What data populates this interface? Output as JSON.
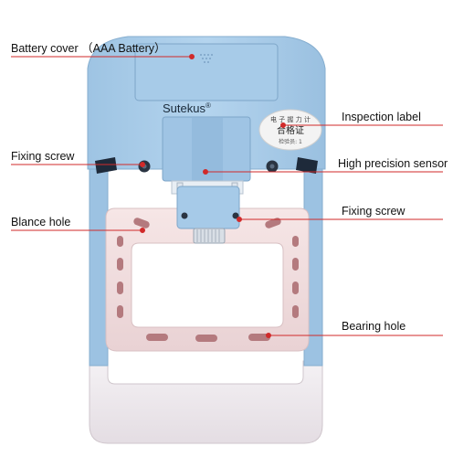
{
  "brand": "Sutekus",
  "brand_mark": "®",
  "inspection_stamp": {
    "top": "电 子 握 力 计",
    "middle": "合格证",
    "bottom": "检验员: 1"
  },
  "callouts": {
    "battery_cover": "Battery cover （AAA Battery）",
    "inspection_label": "Inspection label",
    "fixing_screw_left": "Fixing screw",
    "high_precision_sensor": "High precision sensor",
    "blance_hole": "Blance hole",
    "fixing_screw_right": "Fixing screw",
    "bearing_hole": "Bearing hole"
  },
  "colors": {
    "body_blue": "#a9cce8",
    "body_blue_dark": "#8fb6d8",
    "handle_pink": "#f3dfe0",
    "hole_red": "#b47a7e",
    "leader_red": "#d12a2a"
  }
}
